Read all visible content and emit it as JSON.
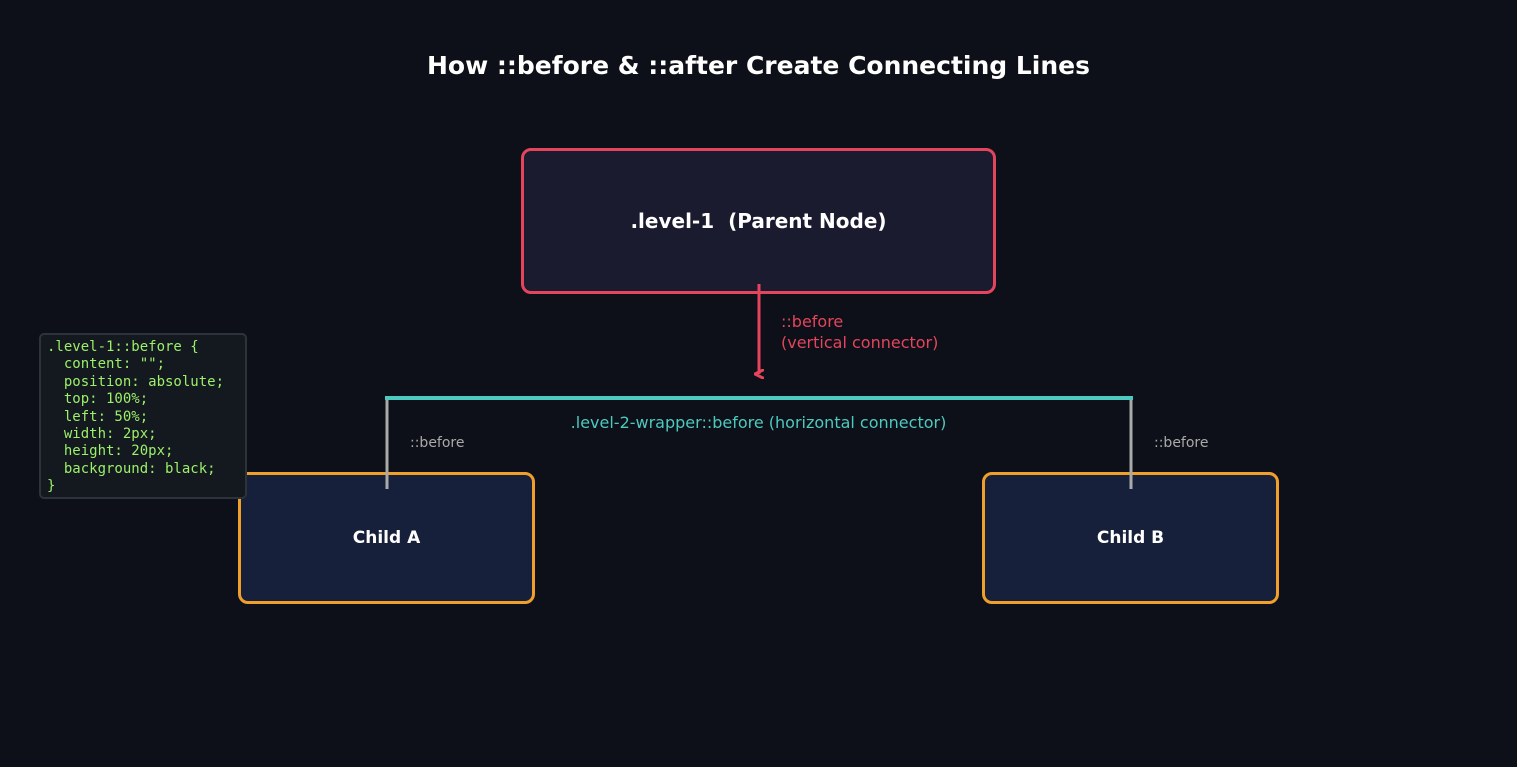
{
  "title": "How ::before & ::after Create Connecting Lines",
  "parent_node": {
    "label": ".level-1  (Parent Node)"
  },
  "children": [
    {
      "label": "Child A",
      "connector_label": "::before"
    },
    {
      "label": "Child B",
      "connector_label": "::before"
    }
  ],
  "vertical_connector": {
    "line1": "::before",
    "line2": "(vertical connector)"
  },
  "horizontal_connector": {
    "label": ".level-2-wrapper::before  (horizontal connector)"
  },
  "code_snippet": {
    "lines": [
      ".level-1::before {",
      "  content: \"\";",
      "  position: absolute;",
      "  top: 100%;",
      "  left: 50%;",
      "  width: 2px;",
      "  height: 20px;",
      "  background: black;",
      "}"
    ]
  },
  "colors": {
    "background": "#0d1018",
    "parent_border": "#e5455c",
    "child_border": "#f0a02a",
    "horizontal_connector": "#4ec9c0",
    "child_connector": "#aaaaaa",
    "code_text": "#9cf06a"
  }
}
